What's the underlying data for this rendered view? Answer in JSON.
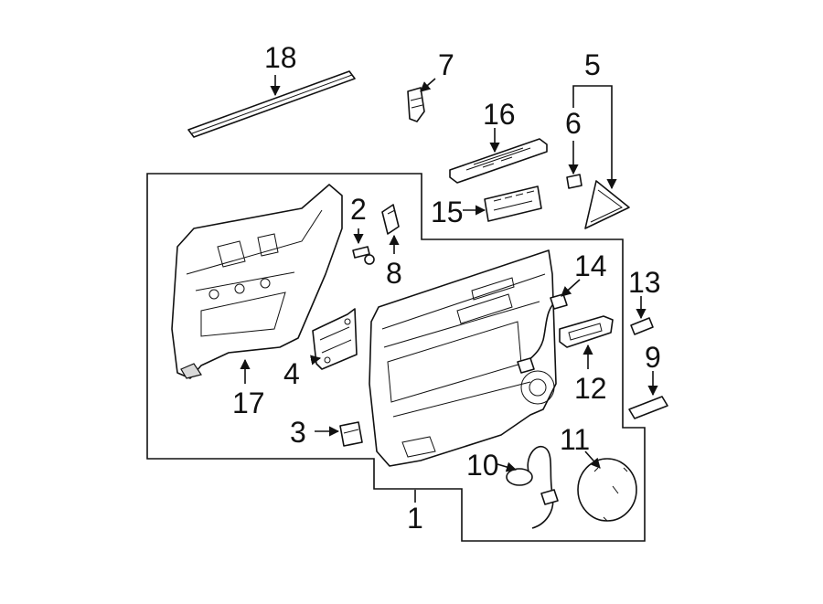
{
  "callouts": {
    "c1": "1",
    "c2": "2",
    "c3": "3",
    "c4": "4",
    "c5": "5",
    "c6": "6",
    "c7": "7",
    "c8": "8",
    "c9": "9",
    "c10": "10",
    "c11": "11",
    "c12": "12",
    "c13": "13",
    "c14": "14",
    "c15": "15",
    "c16": "16",
    "c17": "17",
    "c18": "18"
  },
  "icons": {
    "arrow": "arrow-icon"
  }
}
